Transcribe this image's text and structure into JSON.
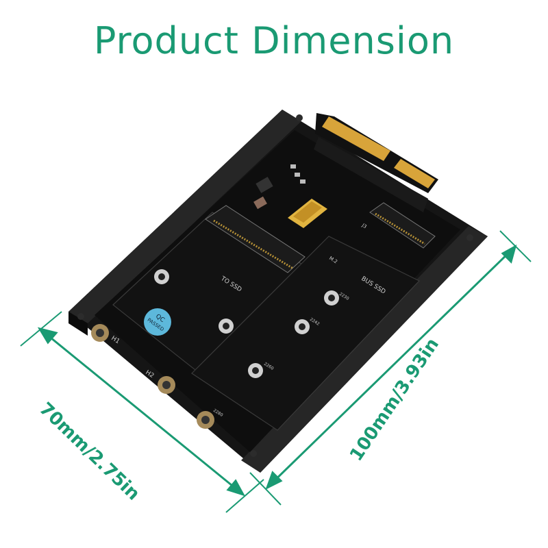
{
  "title": "Product Dimension",
  "dimensions": {
    "width": "70mm/2.75in",
    "length": "100mm/3.93in"
  },
  "board_labels": {
    "left_slot": "TO SSD",
    "right_slot": "BUS SSD",
    "qc_top": "QC",
    "qc_bottom": "PASSED",
    "h1": "H1",
    "h2": "H2",
    "m2": "M.2",
    "j3": "J3",
    "size_2230": "2230",
    "size_2242": "2242",
    "size_2260": "2260",
    "size_2280": "2280"
  },
  "colors": {
    "accent": "#1a9a73",
    "board": "#111111",
    "frame": "#1c1c1c",
    "connector": "#d8a43a"
  }
}
